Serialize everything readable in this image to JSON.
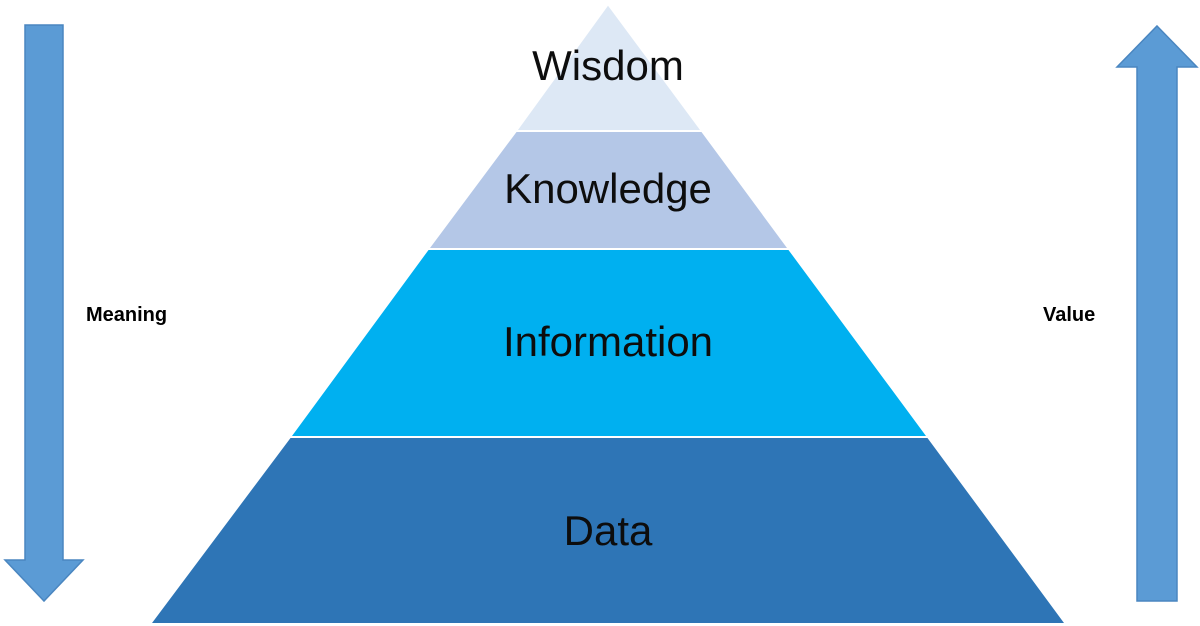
{
  "levels": [
    {
      "label": "Wisdom",
      "color": "#dde8f5"
    },
    {
      "label": "Knowledge",
      "color": "#b4c7e7"
    },
    {
      "label": "Information",
      "color": "#00b0f0"
    },
    {
      "label": "Data",
      "color": "#2e75b6"
    }
  ],
  "left_arrow": {
    "label": "Meaning",
    "direction": "down",
    "color": "#5b9bd5"
  },
  "right_arrow": {
    "label": "Value",
    "direction": "up",
    "color": "#5b9bd5"
  }
}
